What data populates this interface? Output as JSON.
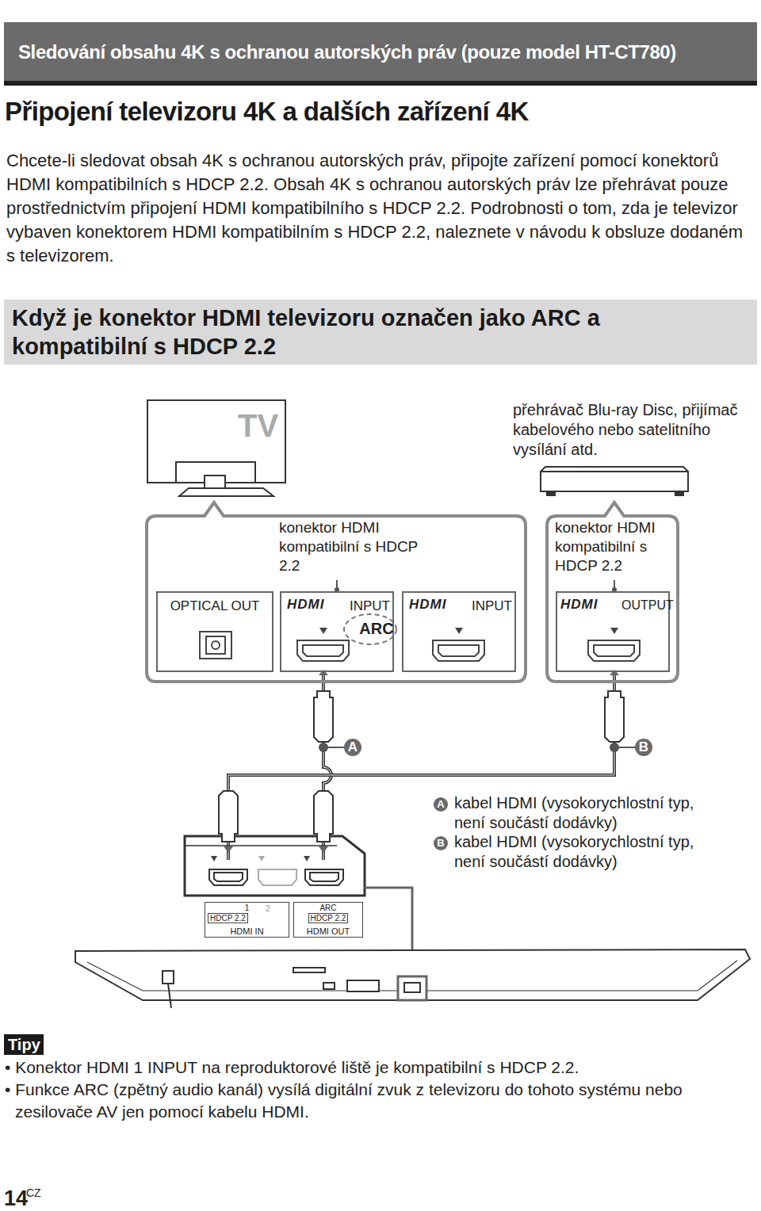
{
  "diagram": {
    "title": "Připojení televizoru 4K a dalších zařízení 4K",
    "nodes": [
      {
        "text": [
          "Sledování obsahu 4K s ochranou autorských práv (pouze model HT-CT780)"
        ]
      },
      {
        "text": [
          "Když je konektor HDMI televizoru označen jako ARC a kompatibilní s HDCP 2.2"
        ]
      },
      {
        "text": [
          "konektor HDMI kompatibilní s HDCP 2.2"
        ]
      },
      {
        "text": [
          "OPTICAL OUT"
        ],
        "in": 2
      },
      {
        "text": [
          "INPUT",
          "ARC"
        ],
        "in": 2
      },
      {
        "text": [
          "INPUT"
        ],
        "in": 2
      },
      {
        "text": [
          "konektor HDMI kompatibilní s HDCP 2.2"
        ]
      },
      {
        "text": [
          "OUTPUT"
        ],
        "in": 6
      },
      {
        "text": [
          "2"
        ]
      },
      {
        "text": [
          "1",
          "HDCP 2.2",
          "HDMI IN"
        ],
        "in": 8
      },
      {
        "text": [
          "ARC",
          "HDCP 2.2",
          "HDMI OUT"
        ],
        "in": 8
      }
    ],
    "edges": [
      {
        "from": 4,
        "to": 10,
        "arrow": "none",
        "label": "A"
      },
      {
        "from": 7,
        "to": 9,
        "arrow": "none",
        "label": "B"
      }
    ],
    "labels": [
      "Chcete-li sledovat obsah 4K s ochranou autorských práv, připojte zařízení pomocí konektorů HDMI kompatibilních s HDCP 2.2. Obsah 4K s ochranou autorských práv lze přehrávat pouze prostřednictvím připojení HDMI kompatibilního s HDCP 2.2. Podrobnosti o tom, zda je televizor vybaven konektorem HDMI kompatibilním s HDCP 2.2, naleznete v návodu k obsluze dodaném s televizorem.",
      "TV",
      "přehrávač Blu-ray Disc, přijímač kabelového nebo satelitního vysílání atd.",
      "HDMI",
      "HDMI",
      "HDMI",
      "A",
      "B",
      "Tipy",
      "• Konektor HDMI 1 INPUT na reproduktorové liště je kompatibilní s HDCP 2.2.",
      "• Funkce ARC (zpětný audio kanál) vysílá digitální zvuk z televizoru do tohoto systému nebo zesilovače AV jen pomocí kabelu HDMI.",
      "14",
      "CZ"
    ],
    "legend": [
      {
        "text": "kabel HDMI (vysokorychlostní typ, není součástí dodávky)"
      },
      {
        "text": "kabel HDMI (vysokorychlostní typ, není součástí dodávky)"
      }
    ]
  }
}
